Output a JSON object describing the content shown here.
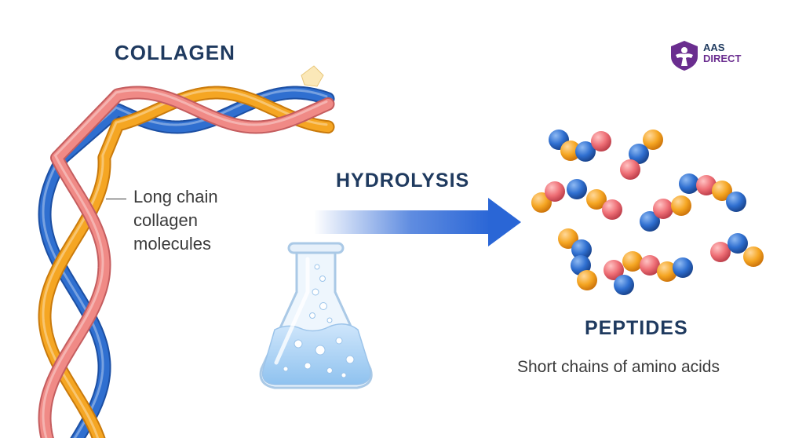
{
  "collagen": {
    "title": "COLLAGEN",
    "label_lines": [
      "Long chain",
      "collagen",
      "molecules"
    ]
  },
  "process": {
    "title": "HYDROLYSIS"
  },
  "peptides": {
    "title": "PEPTIDES",
    "subtitle": "Short chains of amino acids"
  },
  "logo": {
    "line1": "AAS",
    "line2": "DIRECT"
  },
  "colors": {
    "heading": "#1f3a5f",
    "strand_blue": "#2f6fd0",
    "strand_orange": "#f5a623",
    "strand_pink": "#f08a86",
    "arrow": "#2a66d6",
    "logo_purple": "#6a2d8f"
  },
  "icons": [
    "collagen-helix-illustration",
    "flask-icon",
    "arrow-right-icon",
    "peptide-chain-illustration",
    "aas-direct-logo-icon"
  ]
}
